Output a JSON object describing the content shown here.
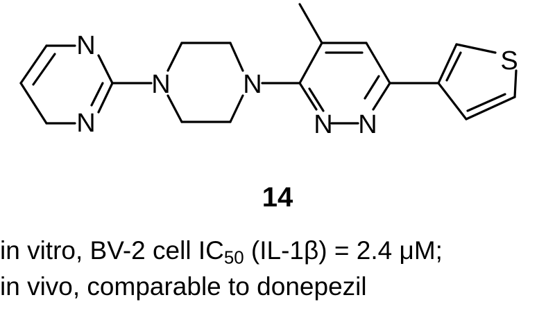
{
  "structure": {
    "atom_labels": {
      "pyrimidine_n_top": "N",
      "pyrimidine_n_bottom": "N",
      "piperazine_n_left": "N",
      "piperazine_n_right": "N",
      "pyridazine_n1": "N",
      "pyridazine_n2": "N",
      "thiophene_s": "S"
    }
  },
  "compound": {
    "number": "14"
  },
  "caption": {
    "line1_prefix": "in vitro, BV-2 cell IC",
    "line1_subscript": "50",
    "line1_suffix": " (IL-1β) = 2.4 μM;",
    "line2": "in vivo, comparable to donepezil"
  }
}
